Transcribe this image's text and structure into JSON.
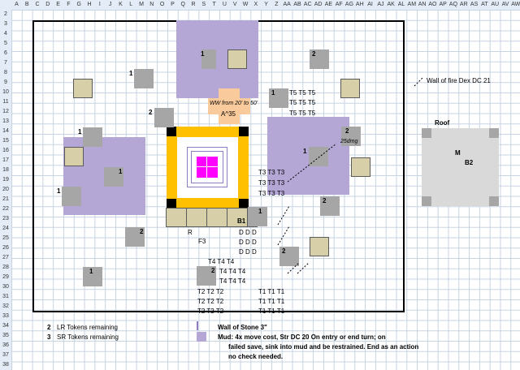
{
  "spreadsheet": {
    "columns": [
      "A",
      "B",
      "C",
      "D",
      "E",
      "F",
      "G",
      "H",
      "I",
      "J",
      "K",
      "L",
      "M",
      "N",
      "O",
      "P",
      "Q",
      "R",
      "S",
      "T",
      "U",
      "V",
      "W",
      "X",
      "Y",
      "Z",
      "AA",
      "AB",
      "AC",
      "AD",
      "AE",
      "AF",
      "AG",
      "AH",
      "AI",
      "AJ",
      "AK",
      "AL",
      "AM",
      "AN",
      "AO",
      "AP",
      "AQ",
      "AR",
      "AS",
      "AT",
      "AU",
      "AV",
      "AW"
    ],
    "rows": [
      "2",
      "3",
      "4",
      "5",
      "6",
      "7",
      "8",
      "9",
      "10",
      "11",
      "12",
      "13",
      "14",
      "15",
      "16",
      "17",
      "18",
      "19",
      "20",
      "21",
      "22",
      "23",
      "24",
      "25",
      "26",
      "27",
      "28",
      "29",
      "30",
      "31",
      "32",
      "33",
      "34",
      "35",
      "36",
      "37",
      "38"
    ]
  },
  "map": {
    "token_labels": {
      "t1": "1",
      "t2": "2",
      "t3": "1",
      "t4": "1",
      "t5": "2",
      "t6": "1",
      "t7": "1",
      "t8": "2",
      "t9": "1",
      "t10": "2",
      "t11": "2",
      "t12": "1",
      "t13": "2",
      "t14": "1"
    },
    "wall_label": "WW from 20' to 50'",
    "a_label": "A^35",
    "dmg_label": "25dmg",
    "b1": "B1",
    "r": "R",
    "f3": "F3",
    "t5_row": "T5 T5 T5",
    "t3_row": "T3 T3 T3",
    "d_row": "D   D   D",
    "t4_row": "T4 T4 T4",
    "t2_row": "T2 T2 T2",
    "t1_row": "T1 T1 T1",
    "roof": "Roof",
    "m": "M",
    "b2": "B2"
  },
  "legend": {
    "wall_of_fire": "Wall of fire Dex DC 21",
    "lr_count": "2",
    "lr_text": "LR Tokens remaining",
    "sr_count": "3",
    "sr_text": "SR Tokens remaining",
    "wall_of_stone": "Wall of Stone 3\"",
    "mud_line1": "Mud: 4x move cost, Str DC 20 On entry or end turn; on",
    "mud_line2": "failed save, sink into mud and be restrained. End as an action",
    "mud_line3": "no check needed."
  },
  "colors": {
    "mud": "#b4a7d6",
    "token": "#a6a6a6",
    "wall_gold": "#ffc000",
    "wall_of_stone": "#8e7cc3",
    "center": "#ff00ff",
    "orange": "#f9cb9c",
    "tan": "#d6cfa7"
  }
}
